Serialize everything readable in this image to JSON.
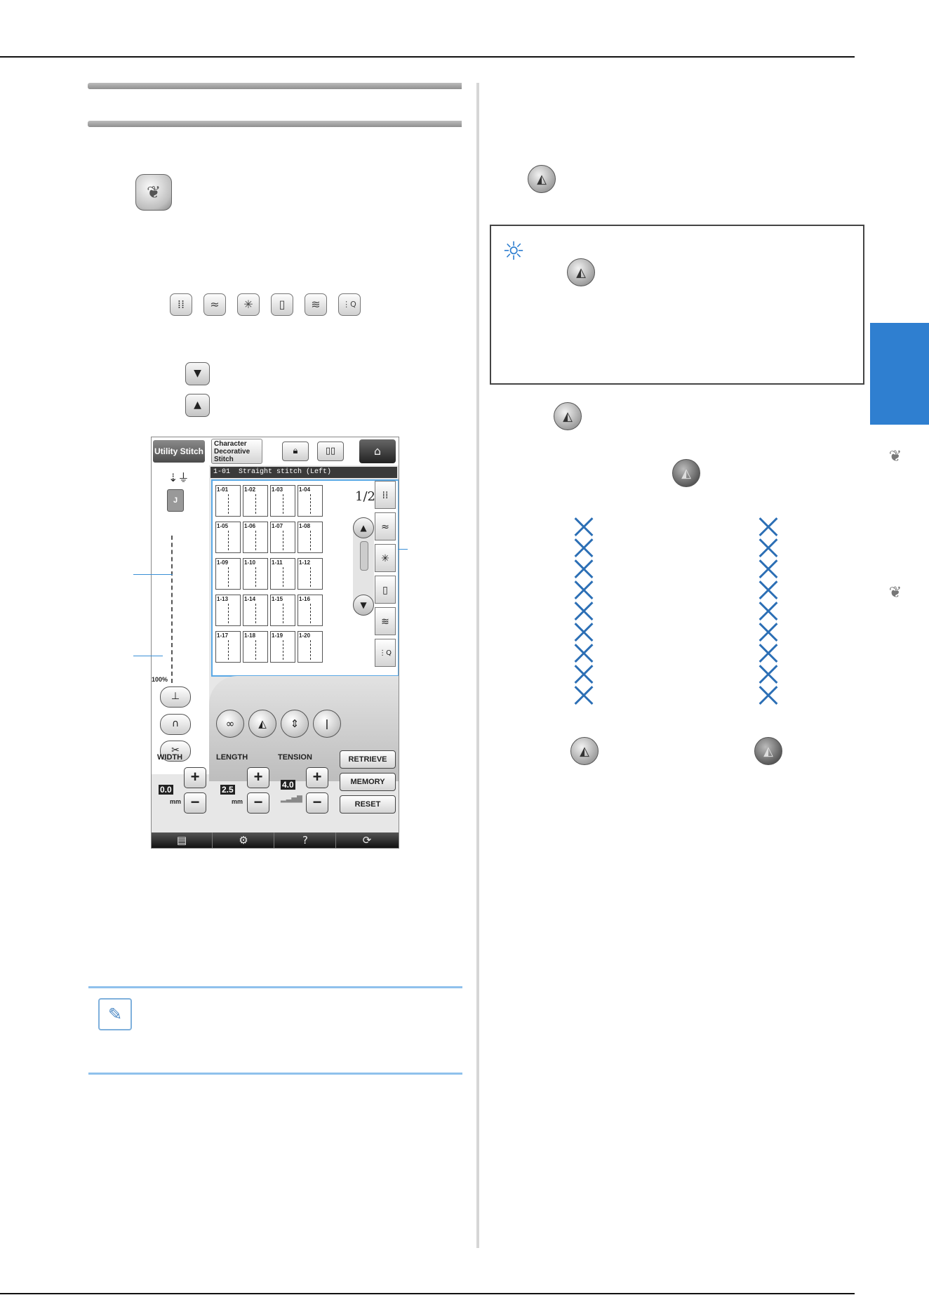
{
  "screen": {
    "tabs": {
      "utility": "Utility Stitch",
      "character": "Character Decorative Stitch"
    },
    "title_code": "1-01",
    "title_text": "Straight stitch (Left)",
    "stitch_codes": [
      "1-01",
      "1-02",
      "1-03",
      "1-04",
      "1-05",
      "1-06",
      "1-07",
      "1-08",
      "1-09",
      "1-10",
      "1-11",
      "1-12",
      "1-13",
      "1-14",
      "1-15",
      "1-16",
      "1-17",
      "1-18",
      "1-19",
      "1-20"
    ],
    "page_indicator": "1/2",
    "zoom": "100%",
    "foot_code": "J",
    "width_label": "WIDTH",
    "width_value": "0.0",
    "length_label": "LENGTH",
    "length_value": "2.5",
    "tension_label": "TENSION",
    "tension_value": "4.0",
    "unit": "mm",
    "retrieve": "RETRIEVE",
    "memory": "MEMORY",
    "reset": "RESET",
    "help": "?"
  },
  "icons": {
    "category_symbols": [
      "zigzag-grid-icon",
      "chevron-stitch-icon",
      "cross-stitch-icon",
      "buttonhole-icon",
      "wave-stitch-icon",
      "quilt-q-icon"
    ],
    "mirror": "mirror-image-icon"
  },
  "colors": {
    "accent_tab": "#2f7fd0",
    "callout": "#3a8fd6",
    "memo_rule": "#8fc1ec"
  }
}
